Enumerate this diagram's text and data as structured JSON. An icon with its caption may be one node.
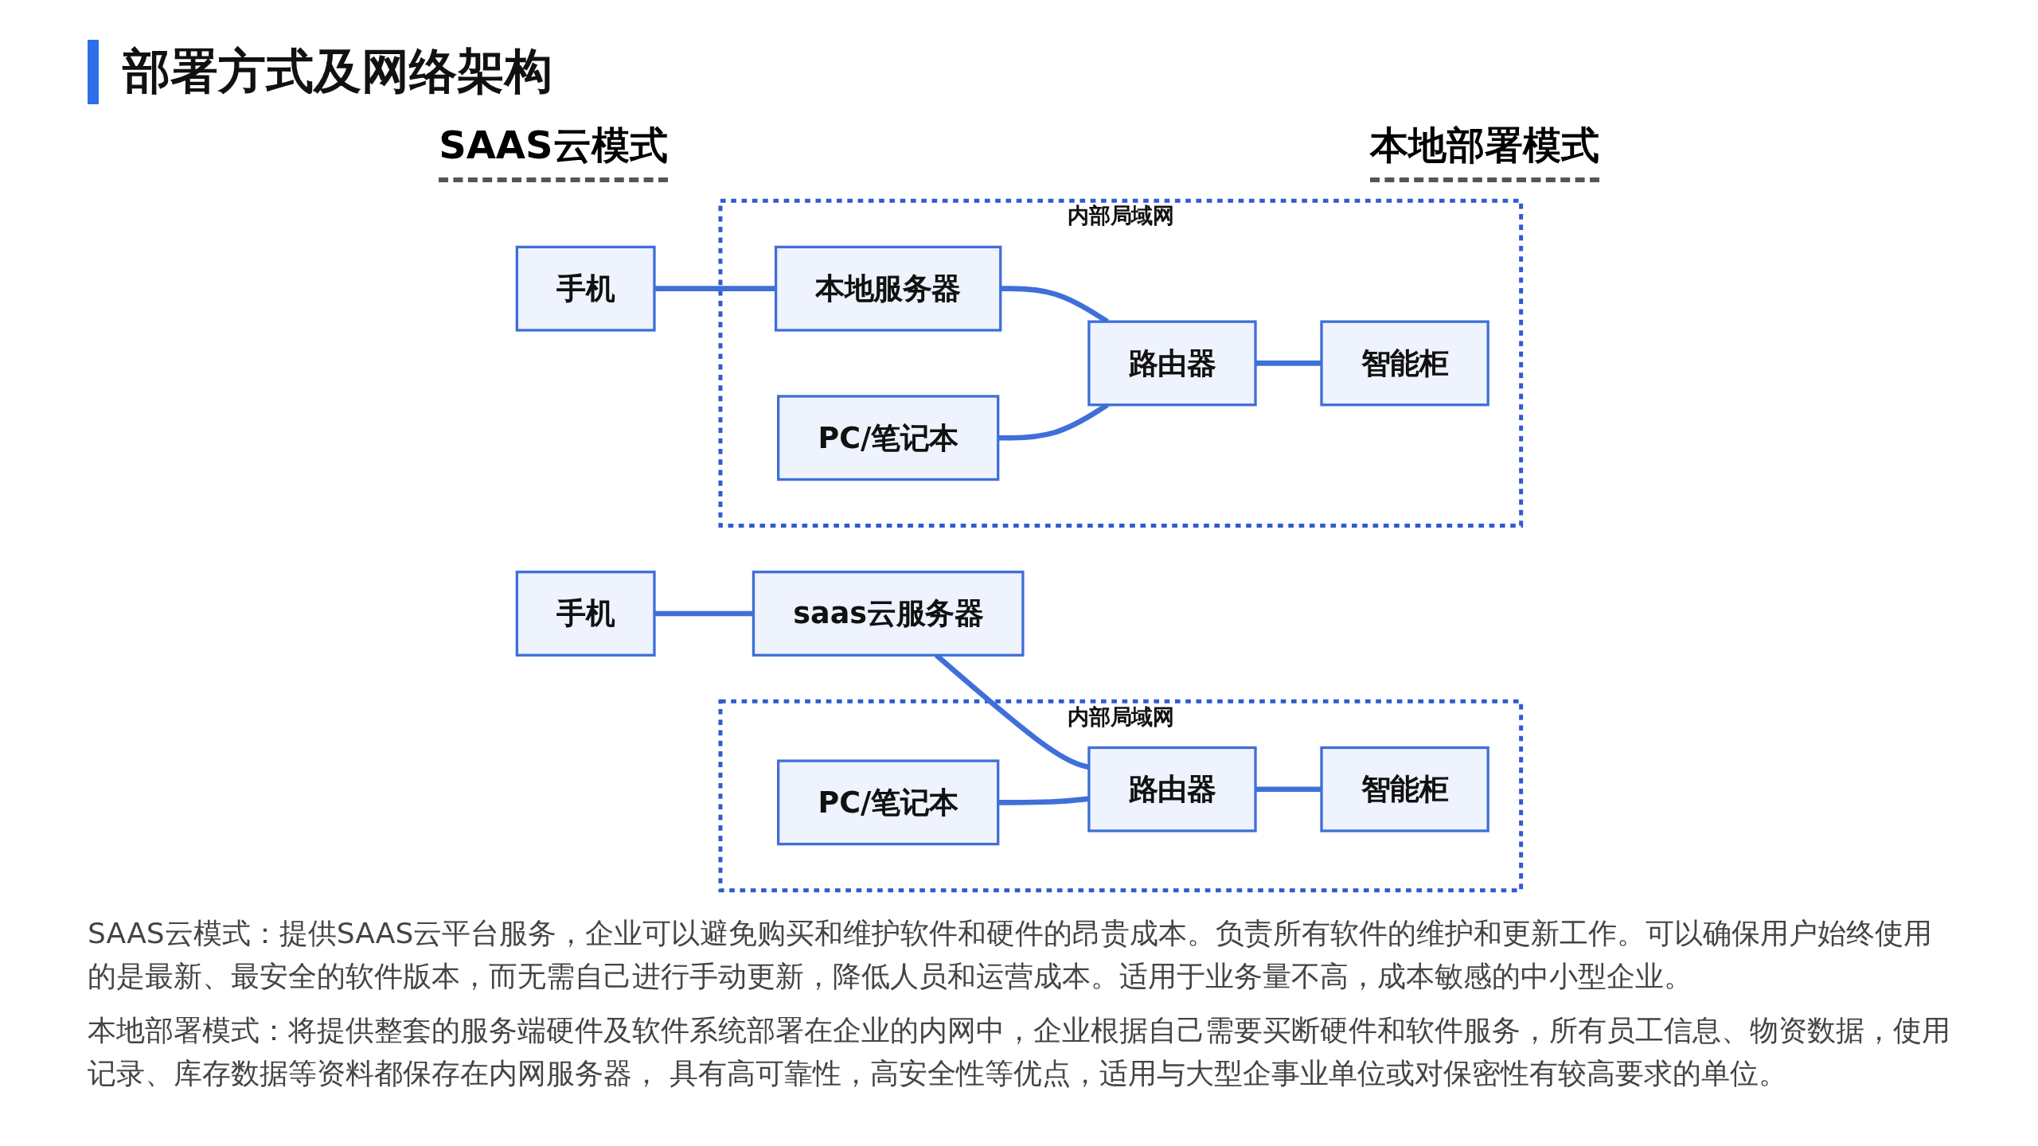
{
  "diagram": {
    "title": "部署方式及网络架构",
    "nodes": [
      {
        "text": [
          "手机"
        ]
      },
      {
        "text": [
          "saas云服务器"
        ]
      },
      {
        "text": [
          "内部局域网"
        ]
      },
      {
        "text": [
          "PC/笔记本"
        ],
        "in": 2
      },
      {
        "text": [
          "路由器"
        ],
        "in": 2
      },
      {
        "text": [
          "智能柜"
        ],
        "in": 2
      },
      {
        "text": [
          "手机"
        ]
      },
      {
        "text": [
          "内部局域网"
        ]
      },
      {
        "text": [
          "本地服务器"
        ],
        "in": 7
      },
      {
        "text": [
          "路由器"
        ],
        "in": 7
      },
      {
        "text": [
          "智能柜"
        ],
        "in": 7
      },
      {
        "text": [
          "PC/笔记本"
        ],
        "in": 7
      }
    ],
    "edges": [
      {
        "from": 0,
        "to": 1,
        "arrow": "none"
      },
      {
        "from": 1,
        "to": 4,
        "arrow": "none"
      },
      {
        "from": 3,
        "to": 4,
        "arrow": "none"
      },
      {
        "from": 4,
        "to": 5,
        "arrow": "none"
      },
      {
        "from": 6,
        "to": 8,
        "arrow": "none"
      },
      {
        "from": 8,
        "to": 9,
        "arrow": "none"
      },
      {
        "from": 9,
        "to": 10,
        "arrow": "none"
      },
      {
        "from": 11,
        "to": 9,
        "arrow": "none"
      }
    ],
    "labels": [
      "SAAS云模式",
      "本地部署模式",
      "SAAS云模式：提供SAAS云平台服务，企业可以避免购买和维护软件和硬件的昂贵成本。负责所有软件的维护和更新工作。可以确保用户始终使用的是最新、最安全的软件版本，而无需自己进行手动更新，降低人员和运营成本。适用于业务量不高，成本敏感的中小型企业。",
      "本地部署模式：将提供整套的服务端硬件及软件系统部署在企业的内网中，企业根据自己需要买断硬件和软件服务，所有员工信息、物资数据，使用记录、库存数据等资料都保存在内网服务器， 具有高可靠性，高安全性等优点，适用与大型企事业单位或对保密性有较高要求的单位。"
    ]
  }
}
